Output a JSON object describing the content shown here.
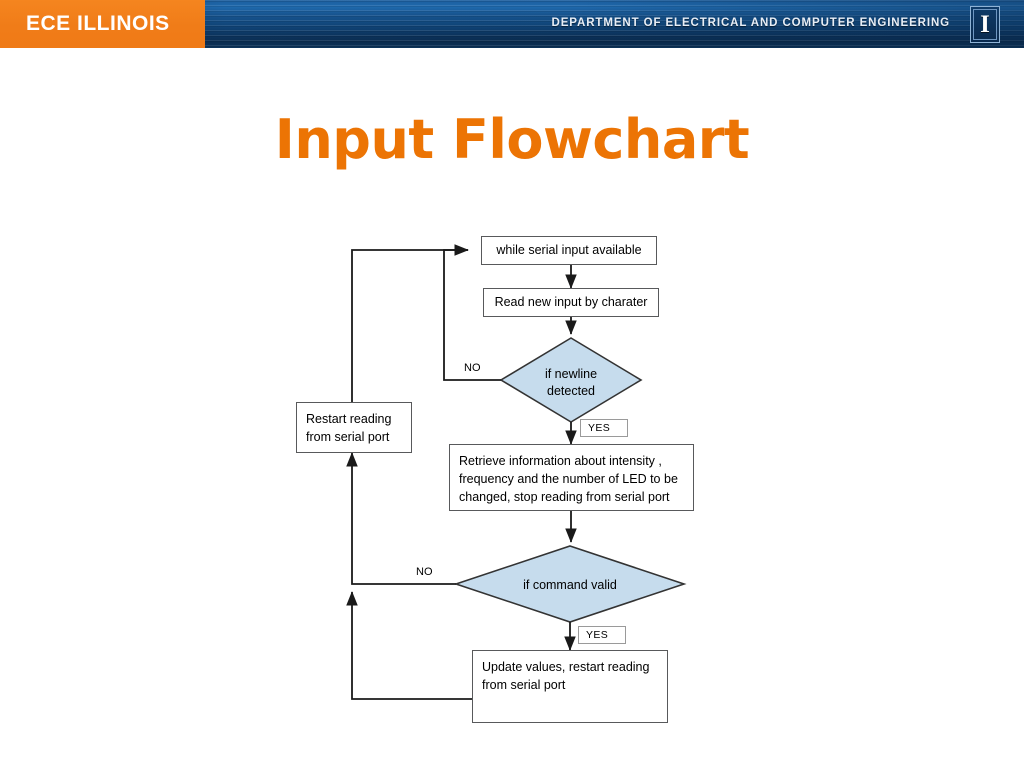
{
  "banner": {
    "logo_text": "ECE ILLINOIS",
    "department_text": "DEPARTMENT OF ELECTRICAL AND COMPUTER ENGINEERING",
    "imark_glyph": "I",
    "orange": "#f47b20",
    "blue_dark": "#0a2a4c",
    "blue_light": "#1f6aae"
  },
  "slide": {
    "title": "Input Flowchart",
    "title_color": "#ec7404"
  },
  "flowchart": {
    "node_fill": "#ffffff",
    "decision_fill": "#c6dced",
    "stroke": "#58595b",
    "nodes": {
      "while_loop": "while serial input available",
      "read_input": "Read new input by charater",
      "newline_decision": "if newline\ndetected",
      "newline_decision_line1": "if newline",
      "newline_decision_line2": "detected",
      "restart_reading": "Restart reading\nfrom serial port",
      "restart_reading_line1": "Restart reading",
      "restart_reading_line2": "from serial port",
      "retrieve_info_line1": "Retrieve information about intensity ,",
      "retrieve_info_line2": "frequency and the number of LED to be",
      "retrieve_info_line3": "changed, stop reading from serial port",
      "command_decision": "if command valid",
      "update_values_line1": "Update values, restart reading",
      "update_values_line2": "from serial port"
    },
    "edge_labels": {
      "newline_no": "NO",
      "newline_yes": "YES",
      "command_no": "NO",
      "command_yes": "YES"
    }
  }
}
